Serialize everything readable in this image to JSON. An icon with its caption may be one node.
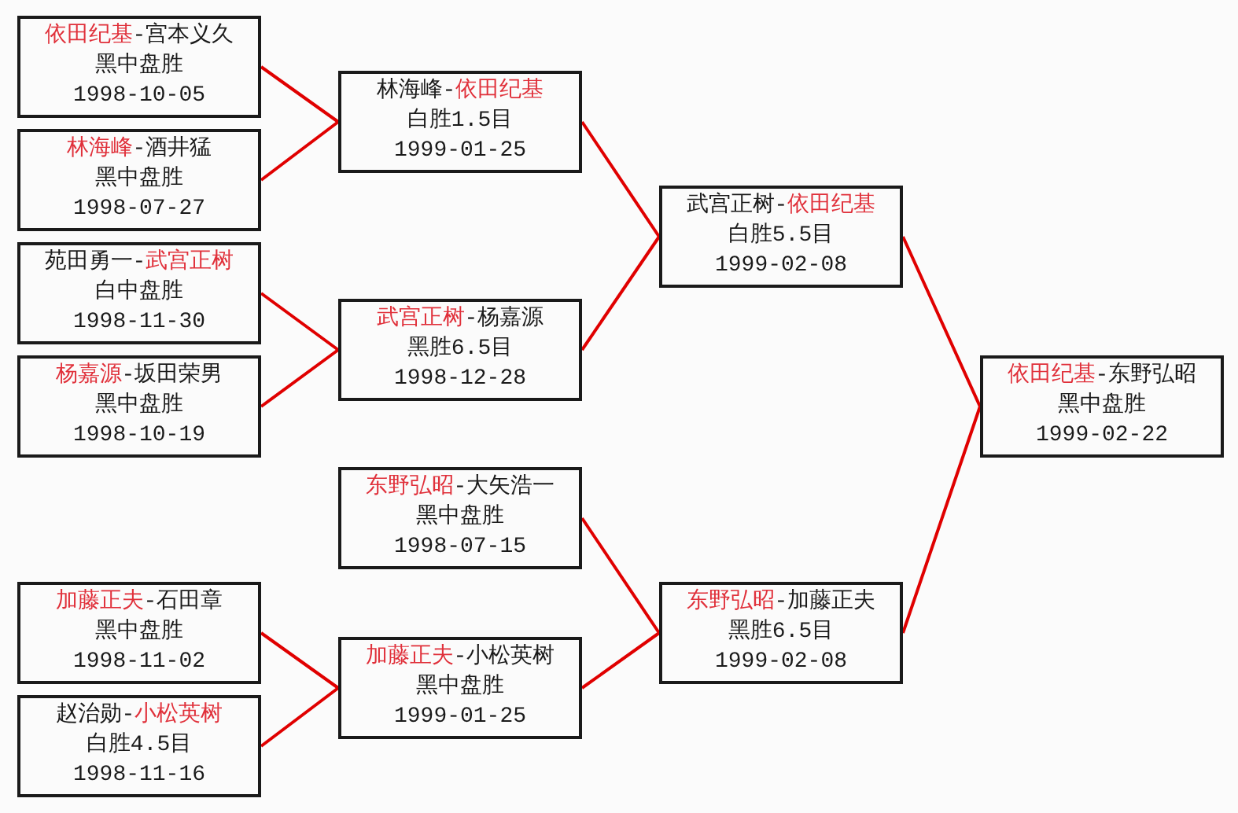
{
  "diagram": {
    "nodes": [
      {
        "text": [
          "**依田纪基**-宫本义久",
          "黑中盘胜",
          "1998-10-05"
        ]
      },
      {
        "text": [
          "**林海峰**-酒井猛",
          "黑中盘胜",
          "1998-07-27"
        ]
      },
      {
        "text": [
          "苑田勇一-**武宫正树**",
          "白中盘胜",
          "1998-11-30"
        ]
      },
      {
        "text": [
          "**杨嘉源**-坂田荣男",
          "黑中盘胜",
          "1998-10-19"
        ]
      },
      {
        "text": [
          "**加藤正夫**-石田章",
          "黑中盘胜",
          "1998-11-02"
        ]
      },
      {
        "text": [
          "赵治勋-**小松英树**",
          "白胜4.5目",
          "1998-11-16"
        ]
      },
      {
        "text": [
          "林海峰-**依田纪基**",
          "白胜1.5目",
          "1999-01-25"
        ]
      },
      {
        "text": [
          "**武宫正树**-杨嘉源",
          "黑胜6.5目",
          "1998-12-28"
        ]
      },
      {
        "text": [
          "**东野弘昭**-大矢浩一",
          "黑中盘胜",
          "1998-07-15"
        ]
      },
      {
        "text": [
          "**加藤正夫**-小松英树",
          "黑中盘胜",
          "1999-01-25"
        ]
      },
      {
        "text": [
          "武宫正树-**依田纪基**",
          "白胜5.5目",
          "1999-02-08"
        ]
      },
      {
        "text": [
          "**东野弘昭**-加藤正夫",
          "黑胜6.5目",
          "1999-02-08"
        ]
      },
      {
        "text": [
          "**依田纪基**-东野弘昭",
          "黑中盘胜",
          "1999-02-22"
        ]
      }
    ],
    "edges": [
      {
        "from": 0,
        "to": 6,
        "arrow": "none"
      },
      {
        "from": 1,
        "to": 6,
        "arrow": "none"
      },
      {
        "from": 2,
        "to": 7,
        "arrow": "none"
      },
      {
        "from": 3,
        "to": 7,
        "arrow": "none"
      },
      {
        "from": 4,
        "to": 9,
        "arrow": "none"
      },
      {
        "from": 5,
        "to": 9,
        "arrow": "none"
      },
      {
        "from": 6,
        "to": 10,
        "arrow": "none"
      },
      {
        "from": 7,
        "to": 10,
        "arrow": "none"
      },
      {
        "from": 8,
        "to": 11,
        "arrow": "none"
      },
      {
        "from": 9,
        "to": 11,
        "arrow": "none"
      },
      {
        "from": 10,
        "to": 12,
        "arrow": "none"
      },
      {
        "from": 11,
        "to": 12,
        "arrow": "none"
      }
    ]
  }
}
